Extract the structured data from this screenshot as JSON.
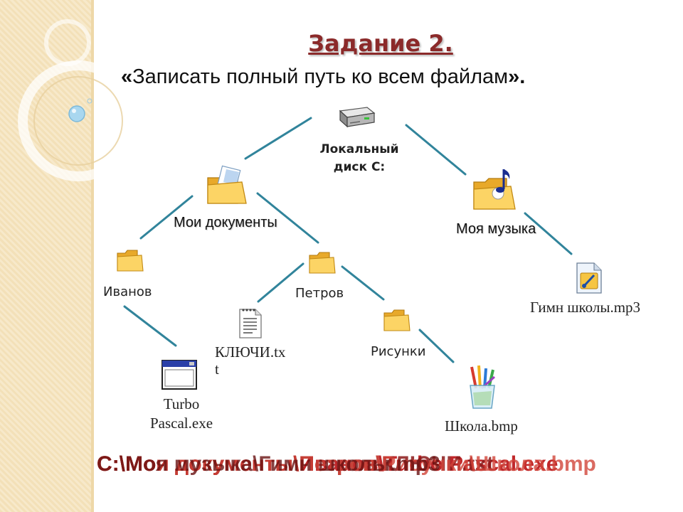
{
  "slide": {
    "title": "Задание 2.",
    "subtitle": {
      "open_quote": "«",
      "text": "Записать полный путь ко всем  файлам",
      "close_quote": "»."
    }
  },
  "tree": {
    "disk": {
      "line1": "Локальный",
      "line2": "диск С:"
    },
    "my_documents": "Мои документы",
    "my_music": "Моя музыка",
    "ivanov": "Иванов",
    "petrov": "Петров",
    "keys_file": {
      "line1": "КЛЮЧИ.tx",
      "line2": "t"
    },
    "pictures": "Рисунки",
    "turbo": {
      "line1": "Turbo",
      "line2": "Pascal.exe"
    },
    "school_bmp": "Школа.bmp",
    "anthem": "Гимн школы.mp3"
  },
  "answers": [
    {
      "text": "С:\\Мои документы\\Иванов\\Turbo Pascal.exe",
      "color": "#c0282b"
    },
    {
      "text": "С:\\Мои документы\\Петров\\КЛЮЧИ.txt",
      "color": "#8b1a1a"
    },
    {
      "text": "С:\\Мои документы\\Петров\\Рисунки\\Школа.bmp",
      "color": "#d2453a"
    },
    {
      "text": "С:\\Моя музыка\\Гимн школы.mp3",
      "color": "#6a1212"
    }
  ],
  "colors": {
    "connector": "#31849b",
    "title": "#8b2a2a",
    "sidebar": "#f3e0b8"
  }
}
